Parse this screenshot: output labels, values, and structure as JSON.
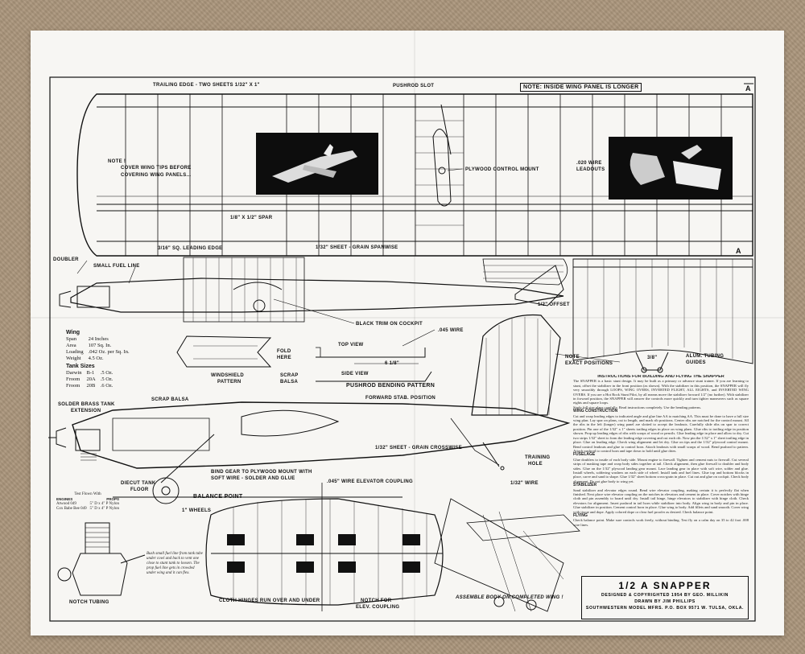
{
  "labels": {
    "trailing_edge": "TRAILING EDGE - TWO SHEETS 1/32\" X 1\"",
    "pushrod_slot": "PUSHROD SLOT",
    "note_inside": "NOTE: INSIDE WING PANEL IS LONGER",
    "marker_a": "A",
    "note_cover_1": "NOTE !",
    "note_cover_2": "COVER WING TIPS BEFORE",
    "note_cover_3": "COVERING WING PANELS...",
    "plywood_mount": "PLYWOOD CONTROL MOUNT",
    "wire_leadouts_1": ".020 WIRE",
    "wire_leadouts_2": "LEADOUTS",
    "spar": "1/8\" X 1/2\" SPAR",
    "leading_edge": "3/16\" SQ. LEADING EDGE",
    "sheet_spanwise": "1/32\" SHEET - GRAIN SPANWISE",
    "doubler": "DOUBLER",
    "fuel_line": "SMALL FUEL LINE",
    "offset": "1/2\" OFFSET",
    "black_trim": "BLACK TRIM ON COCKPIT",
    "wire_045": ".045 WIRE",
    "fold_here_1": "FOLD",
    "fold_here_2": "HERE",
    "top_view": "TOP VIEW",
    "side_view": "SIDE VIEW",
    "dim_618": "6 1/8\"",
    "pushrod_pattern": "PUSHROD BENDING PATTERN",
    "windshield_1": "WINDSHIELD",
    "windshield_2": "PATTERN",
    "scrap_balsa_top_1": "SCRAP",
    "scrap_balsa_top_2": "BALSA",
    "scrap_balsa": "SCRAP BALSA",
    "solder_tank_1": "SOLDER BRASS TANK",
    "solder_tank_2": "EXTENSION",
    "forward_stab": "FORWARD STAB. POSITION",
    "note_exact_1": "NOTE",
    "note_exact_2": "EXACT POSITIONS",
    "alum_tubing_1": "ALUM. TUBING",
    "alum_tubing_2": "GUIDES",
    "dim_38": "3/8\"",
    "sheet_crosswise": "1/32\" SHEET - GRAIN CROSSWISE",
    "training_hole_1": "TRAINING",
    "training_hole_2": "HOLE",
    "wire_132": "1/32\" WIRE",
    "diecut_tank_1": "DIECUT TANK",
    "diecut_tank_2": "FLOOR",
    "bind_gear_1": "BIND GEAR TO PLYWOOD MOUNT WITH",
    "bind_gear_2": "SOFT WIRE - SOLDER AND GLUE",
    "balance_point": "BALANCE POINT",
    "wheels": "1\" WHEELS",
    "elevator_coupling": ".045\" WIRE ELEVATOR COUPLING",
    "notch_tubing": "NOTCH TUBING",
    "cloth_hinges": "CLOTH HINGES RUN OVER AND UNDER",
    "notch_elev_1": "NOTCH FOR",
    "notch_elev_2": "ELEV. COUPLING",
    "assemble_body": "ASSEMBLE BODY ON COMPLETED WING !"
  },
  "specs": {
    "wing_heading": "Wing",
    "rows": [
      {
        "k": "Span",
        "v": "24 Inches"
      },
      {
        "k": "Area",
        "v": "107 Sq. In."
      },
      {
        "k": "Loading",
        "v": ".042 Oz. per Sq. In."
      },
      {
        "k": "Weight",
        "v": "4.5 Oz."
      }
    ],
    "tank_heading": "Tank Sizes",
    "tanks": [
      {
        "engine": "Darwin",
        "code": "B-1",
        "size": ".5 Oz."
      },
      {
        "engine": "Froom",
        "code": "20A",
        "size": ".5 Oz."
      },
      {
        "engine": "Froom",
        "code": "20B",
        "size": ".6 Oz."
      }
    ]
  },
  "engines": {
    "heading": "Test Flown With",
    "col1": "ENGINES",
    "col2": "PROPS",
    "row1_a": "Atwood 049",
    "row1_b": "5\" D x 4\" P Nylon",
    "row2_a": "Cox Babe Bee 049",
    "row2_b": "5\" D x 4\" P Nylon",
    "note": "Bush small fuel line from tank tube under cowl and back to vent one close to stunt tank to loosen. The prop fuel line gets in crowded under wing and it can flex."
  },
  "instructions": {
    "title": "INSTRUCTIONS FOR BUILDING AND FLYING THE SNAPPER",
    "intro": "The SNAPPER is a basic stunt design. It may be built as a primary or advance stunt trainer. If you are learning to stunt, offset the stabilizer in the front position (as shown). With the stabilizer in this position, the SNAPPER will fly very smoothly through LOOPS, WING OVERS, INVERTED FLIGHT, ALL EIGHTS, and INVERTED WING OVERS. If you are a Hot Rock Stunt Pilot, by all means move the stabilizer forward 1/2\" (no further). With stabilizer in forward position, the SNAPPER will answer the controls more quickly and turn tighter maneuvers such as square eights and square loops.",
    "study": "Study full size plans carefully. Read instructions completely. Use the bending patterns.",
    "wing_head": "WING CONSTRUCTION",
    "wing": "Cut and wrap leading edges to indicated angle and glue line AA to matching AA. This must be done to have a full size wing plan. Lay spar on plans, cut to length, and mark rib positions. Center ribs are notched for the control mount. All the ribs in the left (longer) wing panel are slotted to accept the leadouts. Carefully slide ribs on spar to correct position. Pin one of the 1/32\" x 1\" sheets trailing edges in place on wing plans. Glue ribs to trailing edge in position shown. Prop up leading edges of ribs with scraps of wood or pencils. Glue leading edge in place and allow to dry. Cut two strips 1/32\" sheet to form the leading edge covering and cut each rib. Now pin the 1/32\" x 1\" sheet trailing edge in place. Glue on leading edge. Check wing alignment and let dry. Glue on tips and the 1/32\" plywood control mount. Bend control leadouts and glue to control horn. Attach leadouts with small scraps of wood. Bend pushrod to pattern. Attach pushrod to control horn and tape down to hold until glue dries.",
    "fuse_head": "FUSELAGE",
    "fuse": "Glue doublers to inside of each body side. Mount engine to firewall. Tighten and cement nuts to firewall. Cut several strips of masking tape and wrap body sides together at tail. Check alignment, then glue firewall to doubler and body sides. Glue on the 1/32\" plywood landing gear mount. Lace landing gear in place with soft wire, solder and glue. Install wheels, soldering washers on each side of wheel. Install tank and fuel lines. Glue top and bottom blocks in place, carve and sand to shape. Glue 1/32\" sheet bottom cross-grain in place. Cut out and glue on cockpit. Check body alignment. Do not glue body to wing yet.",
    "stab_head": "STABILIZER",
    "stab": "Sand stabilizer and elevator edges round. Bend wire elevator coupling, making certain it is perfectly flat when finished. Next place wire elevator coupling on the notches in elevators and cement in place. Cover notches with hinge cloth and pin assembly to board until dry. Install tail hinge, hinge elevators to stabilizer with hinge cloth. Check elevators for alignment. Insert pushrod in tail horn while stabilizer into body. Align wing in body and pin in place. Glue stabilizer in position. Cement control horn in place. Glue wing to body. Add fillets and sand smooth. Cover wing with tissue and dope. Apply colored dope or clear fuel proofer as desired. Check balance point.",
    "fly_head": "FLYING",
    "fly": "Check balance point. Make sure controls work freely, without binding. Test fly on a calm day on 35 to 42 foot .008 wire lines."
  },
  "title_block": {
    "name": "1/2 A SNAPPER",
    "line1": "DESIGNED & COPYRIGHTED 1954 BY GEO. MILLIKIN",
    "line2": "DRAWN BY JIM PHILLIPS",
    "line3": "SOUTHWESTERN MODEL MFRS. P.O. BOX 9571   W. TULSA, OKLA."
  },
  "colors": {
    "paper": "#f7f6f3",
    "ink": "#111111",
    "carpet": "#ab967c"
  }
}
